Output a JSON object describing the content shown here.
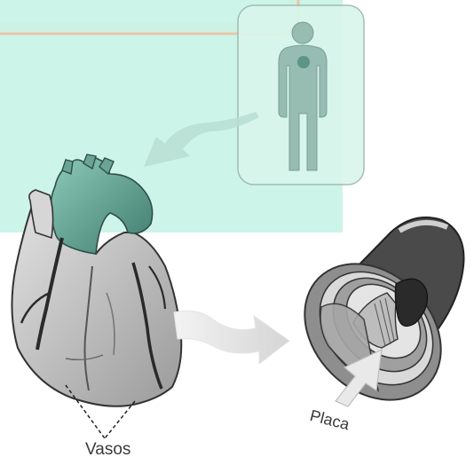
{
  "labels": {
    "vasos": "Vasos",
    "placa": "Placa"
  },
  "colors": {
    "overlay": "#c9f3e6",
    "frame_edge": "#f3c7aa",
    "body_icon": "#8fb4ab",
    "heart_dark": "#3c6a60",
    "gray": "#b5b5b5"
  },
  "icons": {
    "body": "human-silhouette-icon",
    "heart": "heart-illustration",
    "artery": "artery-cross-section-illustration"
  }
}
